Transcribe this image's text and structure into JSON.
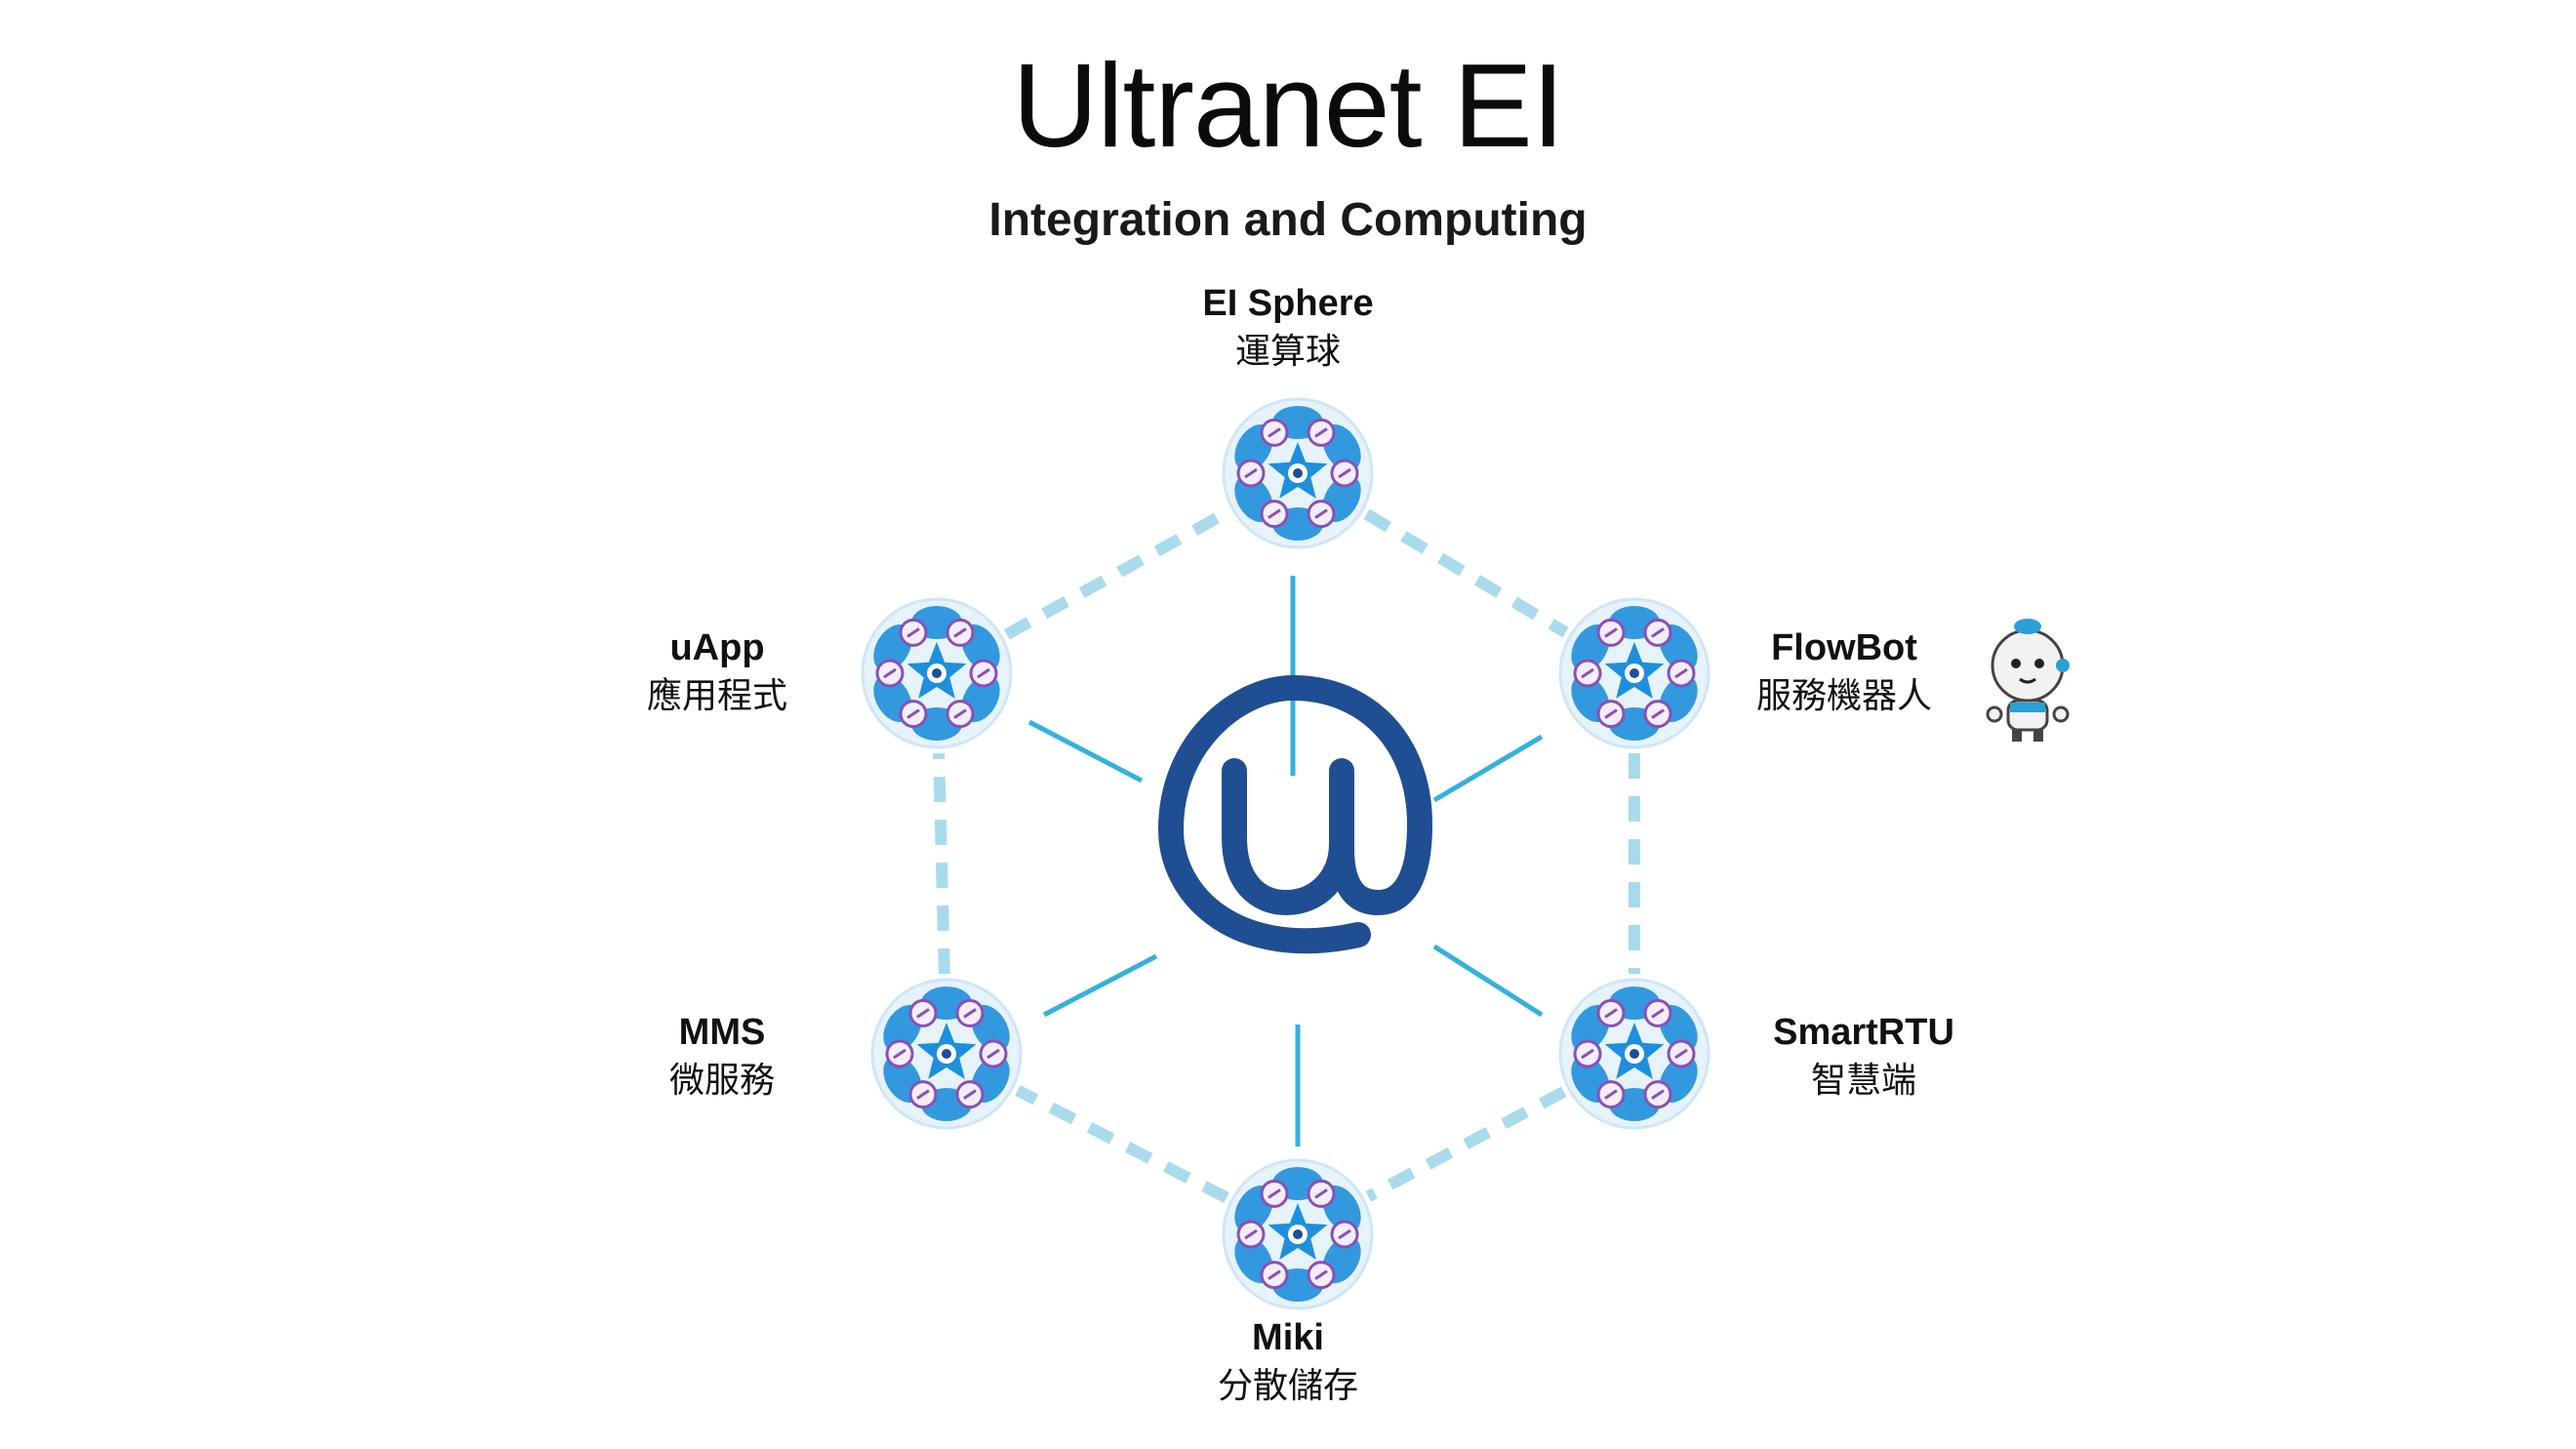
{
  "title": "Ultranet EI",
  "subtitle": "Integration and Computing",
  "center": {
    "icon": "ultranet-at-logo-icon"
  },
  "nodes": [
    {
      "id": "ei-sphere",
      "en": "EI Sphere",
      "zh": "運算球",
      "icon": "sphere-node-icon"
    },
    {
      "id": "flowbot",
      "en": "FlowBot",
      "zh": "服務機器人",
      "icon": "sphere-node-icon",
      "mascot": "robot-mascot-icon"
    },
    {
      "id": "smartrtu",
      "en": "SmartRTU",
      "zh": "智慧端",
      "icon": "sphere-node-icon"
    },
    {
      "id": "miki",
      "en": "Miki",
      "zh": "分散儲存",
      "icon": "sphere-node-icon"
    },
    {
      "id": "mms",
      "en": "MMS",
      "zh": "微服務",
      "icon": "sphere-node-icon"
    },
    {
      "id": "uapp",
      "en": "uApp",
      "zh": "應用程式",
      "icon": "sphere-node-icon"
    }
  ],
  "colors": {
    "ring_dashed": "#a9dbec",
    "spoke": "#35b1dd",
    "logo": "#1f4e92",
    "sphere_blue": "#1e8fdc",
    "sphere_light": "#e6f3fb",
    "sphere_purple": "#8a4fb7"
  }
}
